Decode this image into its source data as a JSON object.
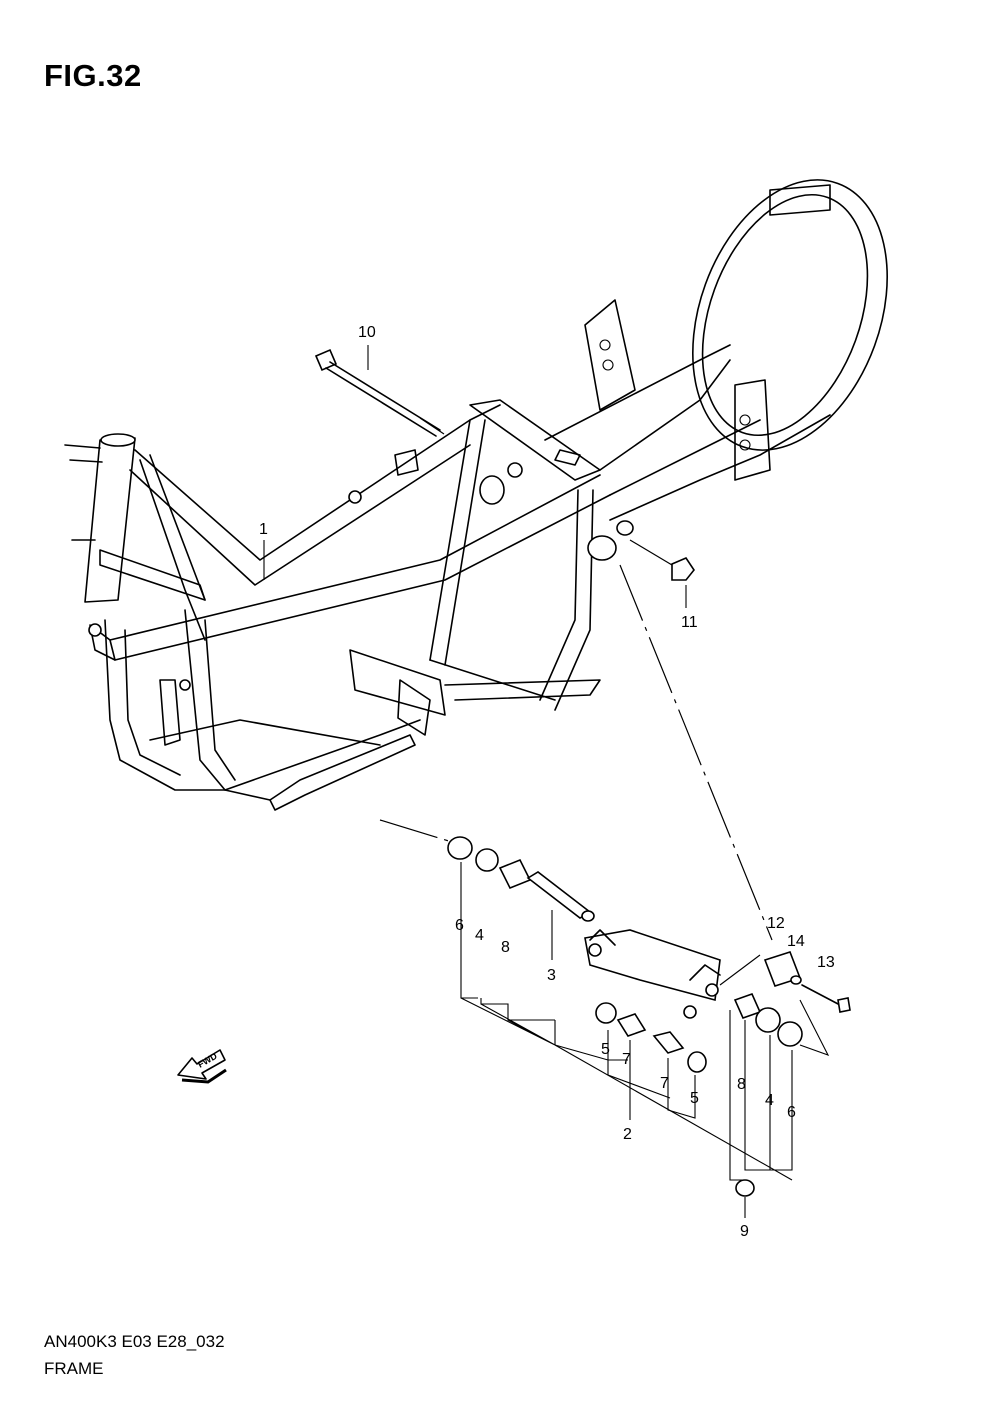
{
  "figure": {
    "title": "FIG.32"
  },
  "footer": {
    "code": "AN400K3 E03 E28_032",
    "name": "FRAME"
  },
  "fwd_arrow": {
    "label": "FWD"
  },
  "callouts": [
    {
      "id": "p1",
      "label": "1"
    },
    {
      "id": "p10",
      "label": "10"
    },
    {
      "id": "p11",
      "label": "11"
    },
    {
      "id": "p6a",
      "label": "6"
    },
    {
      "id": "p4a",
      "label": "4"
    },
    {
      "id": "p8a",
      "label": "8"
    },
    {
      "id": "p3",
      "label": "3"
    },
    {
      "id": "p12",
      "label": "12"
    },
    {
      "id": "p14",
      "label": "14"
    },
    {
      "id": "p13",
      "label": "13"
    },
    {
      "id": "p5a",
      "label": "5"
    },
    {
      "id": "p7a",
      "label": "7"
    },
    {
      "id": "p7b",
      "label": "7"
    },
    {
      "id": "p5b",
      "label": "5"
    },
    {
      "id": "p8b",
      "label": "8"
    },
    {
      "id": "p4b",
      "label": "4"
    },
    {
      "id": "p6b",
      "label": "6"
    },
    {
      "id": "p2",
      "label": "2"
    },
    {
      "id": "p9",
      "label": "9"
    }
  ]
}
